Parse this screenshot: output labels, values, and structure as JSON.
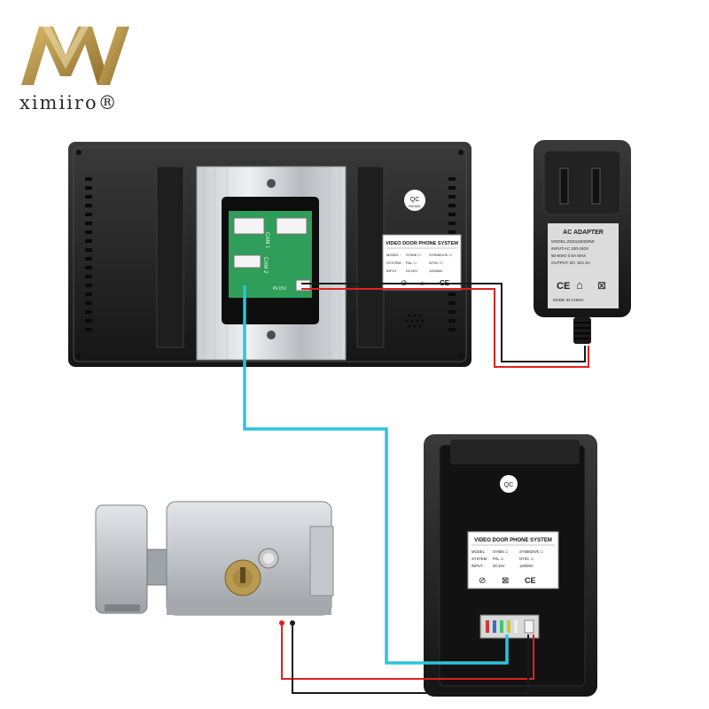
{
  "brand": {
    "name": "ximiiro",
    "mark": "®",
    "colors": {
      "gold": "#b8954a",
      "gold_dark": "#8d6c2c"
    }
  },
  "monitor": {
    "qc_label": "QC",
    "qc_sub": "PASSED",
    "cam1_label": "CAM 1",
    "cam2_label": "CAM 2",
    "power_label": "IN 15V",
    "spec_sticker": {
      "title": "VIDEO DOOR PHONE SYSTEM",
      "rows": [
        [
          "MODEL :",
          "SY806 ☐",
          "SY806DV/K ☐"
        ],
        [
          "SYSTEM :",
          "PAL ☐",
          "NTSC ☐"
        ],
        [
          "INPUT :",
          "DC15V",
          "1200MA"
        ]
      ],
      "marks": [
        "⊘",
        "⌂",
        "CE"
      ]
    }
  },
  "adapter": {
    "title": "AC ADAPTER",
    "lines": [
      "MODEL:ZSD1150200W",
      "INPUT:AC 100-240V",
      "50-60Hz 0.6A MAX",
      "OUTPUT: DC 15V 2A"
    ],
    "marks": [
      "CE",
      "⌂",
      "⊠"
    ],
    "made_in": "MADE IN CHINA"
  },
  "doorbell": {
    "qc_label": "QC",
    "spec_sticker": {
      "title": "VIDEO DOOR PHONE SYSTEM",
      "rows": [
        [
          "MODEL :",
          "SY806 ☐",
          "SY806DV/K ☐"
        ],
        [
          "SYSTEM :",
          "PAL ☐",
          "NTSC ☐"
        ],
        [
          "INPUT :",
          "DC15V",
          "1200MA"
        ]
      ],
      "marks": [
        "⊘",
        "⊠",
        "CE"
      ]
    }
  },
  "wires": {
    "colors": {
      "signal": "#2ec4d8",
      "positive": "#e02020",
      "negative": "#1a1a1a"
    }
  }
}
